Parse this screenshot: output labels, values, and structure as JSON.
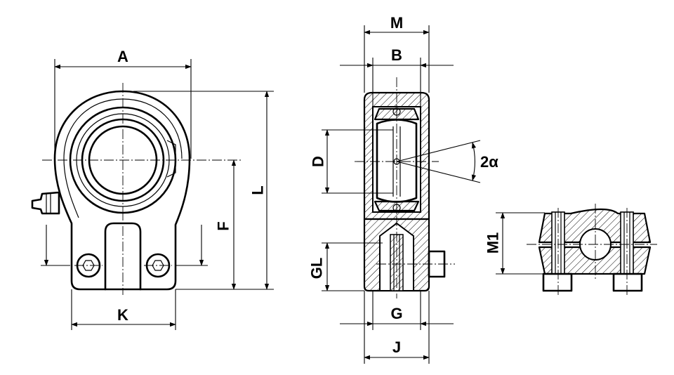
{
  "labels": {
    "A": "A",
    "B": "B",
    "M": "M",
    "D": "D",
    "two_alpha": "2α",
    "L": "L",
    "F": "F",
    "K": "K",
    "GL": "GL",
    "G": "G",
    "J": "J",
    "M1": "M1"
  }
}
